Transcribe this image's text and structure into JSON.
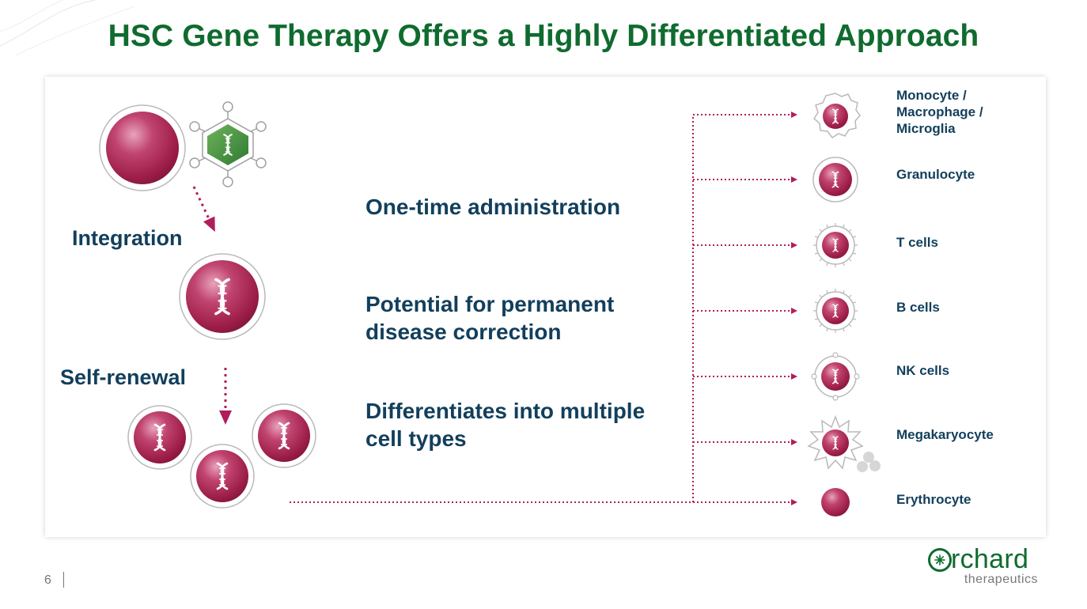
{
  "title": "HSC Gene Therapy Offers a Highly Differentiated Approach",
  "steps": {
    "integration": "Integration",
    "self_renewal": "Self-renewal"
  },
  "benefits": [
    "One-time administration",
    "Potential for permanent\ndisease correction",
    "Differentiates into multiple\ncell types"
  ],
  "cell_types": [
    "Monocyte /\nMacrophage /\nMicroglia",
    "Granulocyte",
    "T cells",
    "B cells",
    "NK cells",
    "Megakaryocyte",
    "Erythrocyte"
  ],
  "footer": {
    "page_number": "6"
  },
  "logo": {
    "word": "rchard",
    "subtitle": "therapeutics"
  },
  "colors": {
    "title_green": "#0f6b2e",
    "text_navy": "#123f5c",
    "cell_magenta": "#a8234f",
    "arrow_magenta": "#b01e5a",
    "vector_green": "#3d8b3d"
  }
}
